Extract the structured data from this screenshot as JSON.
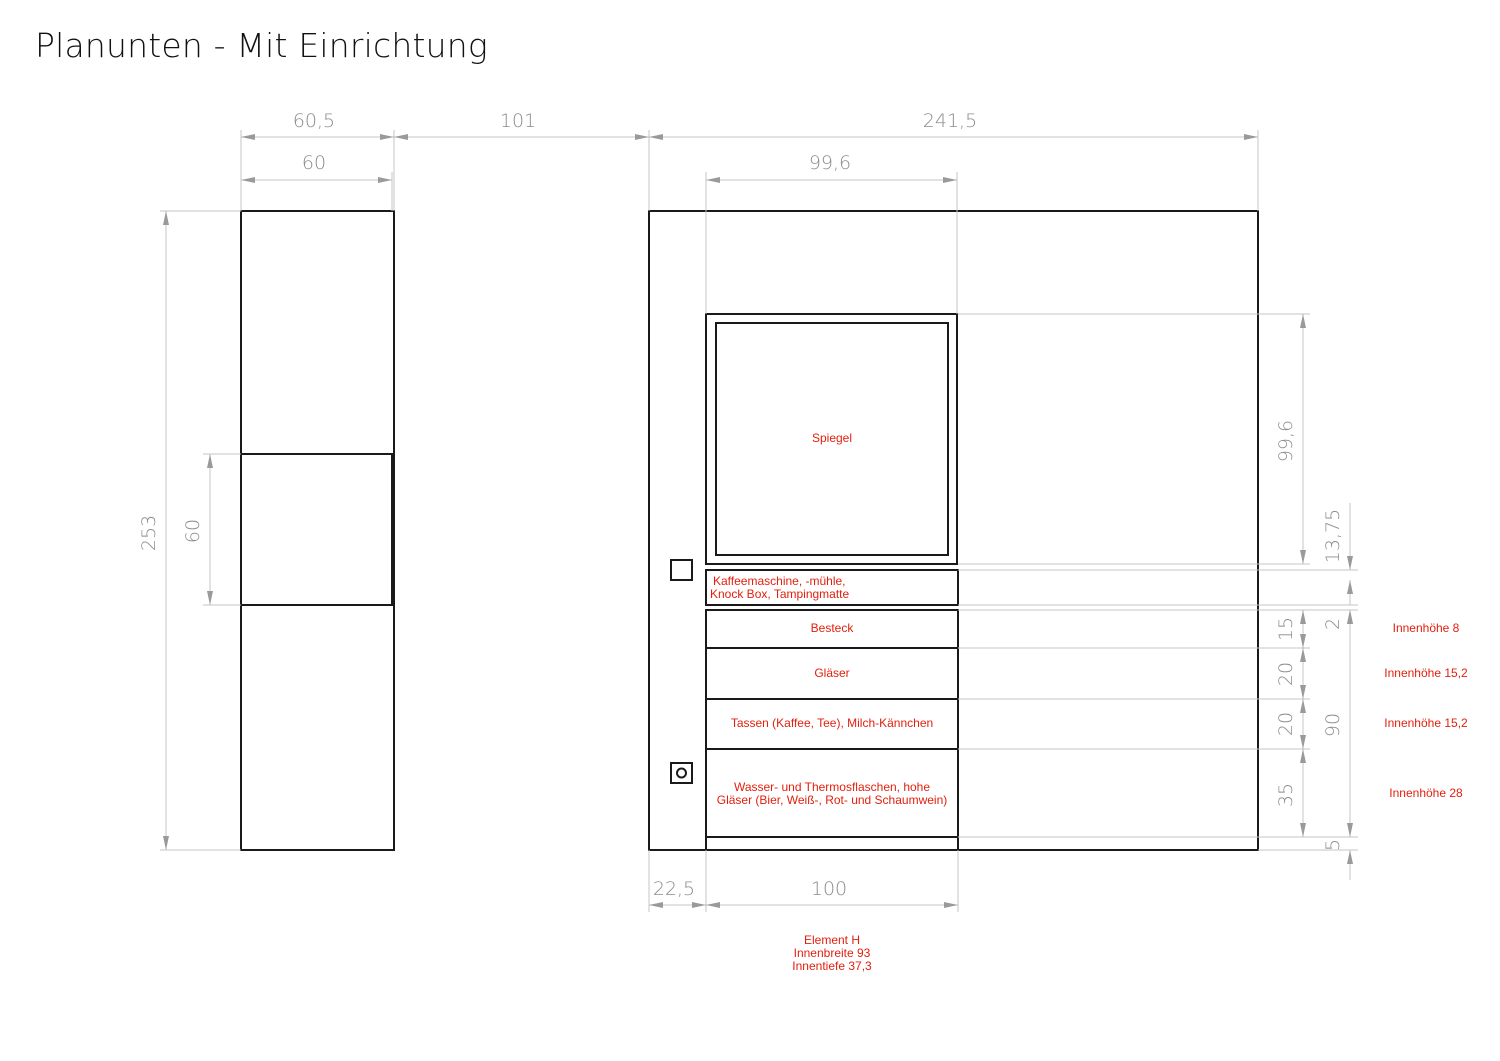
{
  "title": "Planunten - Mit Einrichtung",
  "colors": {
    "outline": "#1a1a1a",
    "dimension": "#8c8c8c",
    "annotation": "#e3200e"
  },
  "left_cabinet": {
    "dims": {
      "outer_width": "60,5",
      "inner_width": "60",
      "height": "253",
      "middle_height": "60"
    },
    "gap_to_right": "101"
  },
  "right_unit": {
    "dims": {
      "total_width": "241,5",
      "mirror_width": "99,6",
      "mirror_height": "99,6",
      "offset_left": "22,5",
      "element_width": "100",
      "gap_above_drawers": "13,75",
      "gap_small": "2",
      "drawer_1": "15",
      "drawer_2": "20",
      "drawer_3": "20",
      "drawer_4": "35",
      "drawers_total": "90",
      "plinth": "5"
    },
    "mirror_label": "Spiegel",
    "compartments": [
      {
        "line1": "Kaffeemaschine, -mühle,",
        "line2": "Knock Box, Tampingmatte"
      },
      {
        "line1": "Besteck"
      },
      {
        "line1": "Gläser"
      },
      {
        "line1": "Tassen (Kaffee, Tee), Milch-Kännchen"
      },
      {
        "line1": "Wasser- und Thermosflaschen, hohe",
        "line2": "Gläser (Bier, Weiß-, Rot- und Schaumwein)"
      }
    ],
    "inner_heights": [
      "Innenhöhe 8",
      "Innenhöhe 15,2",
      "Innenhöhe 15,2",
      "Innenhöhe 28"
    ],
    "element_info": [
      "Element H",
      "Innenbreite 93",
      "Innentiefe 37,3"
    ]
  }
}
